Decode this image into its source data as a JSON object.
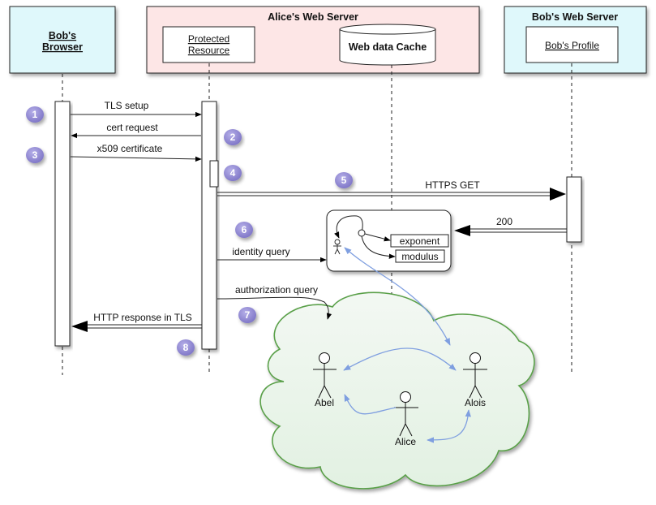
{
  "colors": {
    "browser_fill": "#dff8fb",
    "alice_server_fill": "#fde6e6",
    "bob_server_fill": "#dff8fb",
    "badge_fill": "#9a92d8",
    "cloud_fill": "#eef6ee",
    "cloud_stroke": "#5aa04a",
    "relation_arrow": "#7f9fe0"
  },
  "participants": {
    "browser": {
      "label_line1": "Bob's",
      "label_line2": "Browser"
    },
    "alice_server": {
      "title": "Alice's Web Server",
      "protected_resource": {
        "line1": "Protected",
        "line2": "Resource"
      },
      "cache": "Web data Cache"
    },
    "bob_server": {
      "title": "Bob's Web Server",
      "profile": "Bob's Profile"
    }
  },
  "messages": {
    "tls_setup": "TLS setup",
    "cert_request": "cert request",
    "x509": "x509 certificate",
    "https_get": "HTTPS GET",
    "ok_200": "200",
    "identity_query": "identity query",
    "authorization_query": "authorization query",
    "http_response": "HTTP response in TLS"
  },
  "badges": [
    "1",
    "2",
    "3",
    "4",
    "5",
    "6",
    "7",
    "8"
  ],
  "profile_graph": {
    "exponent": "exponent",
    "modulus": "modulus"
  },
  "people": {
    "abel": "Abel",
    "alois": "Alois",
    "alice": "Alice"
  }
}
